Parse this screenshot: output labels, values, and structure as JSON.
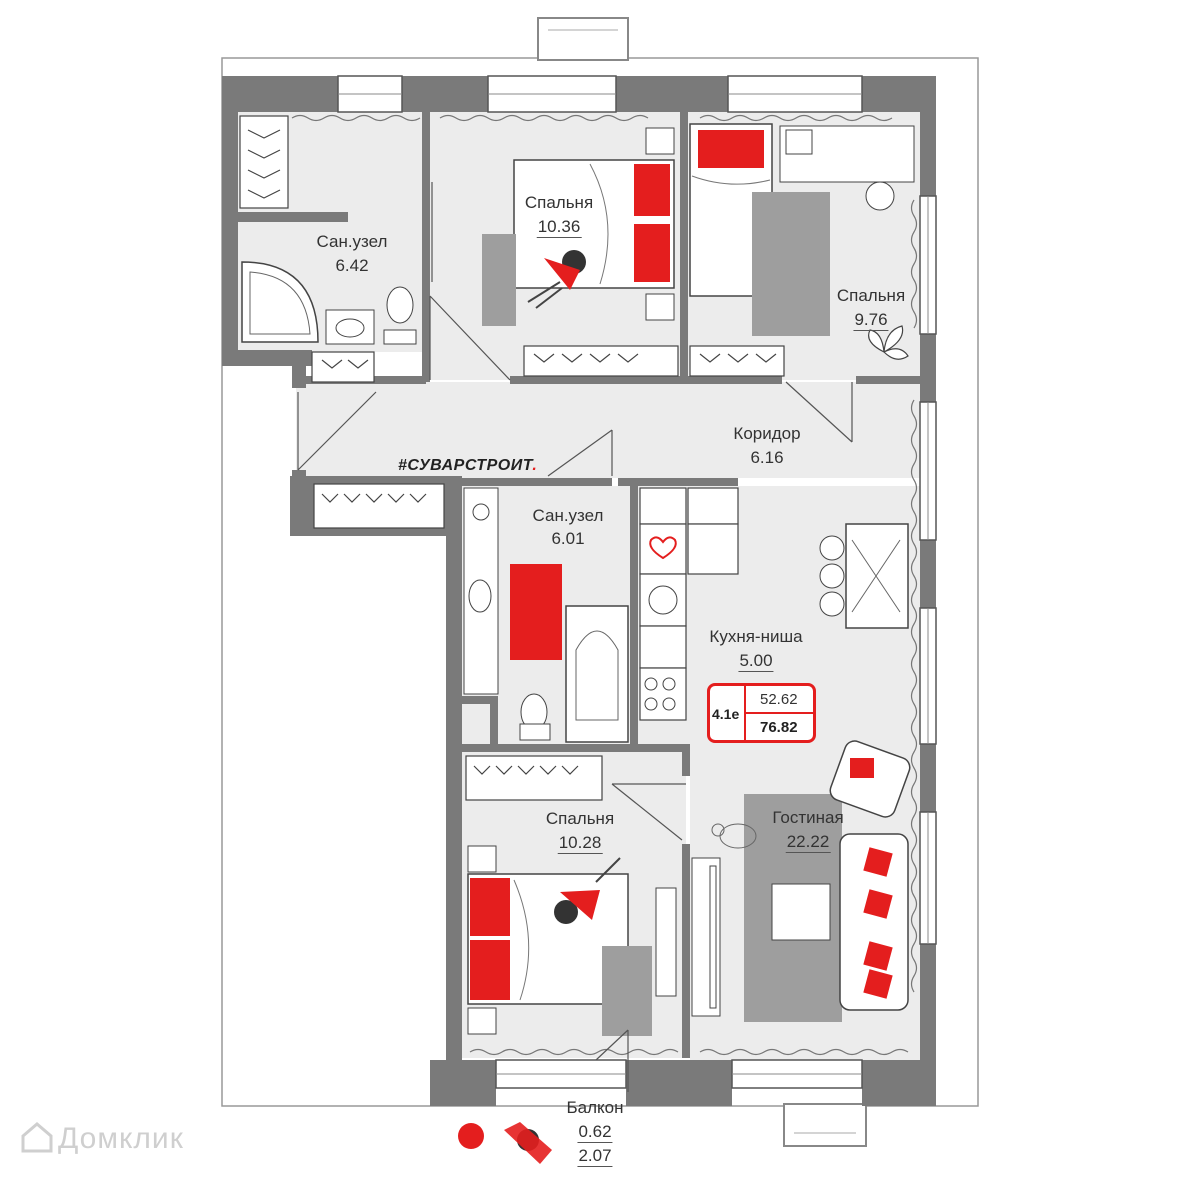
{
  "brand": {
    "text": "#СУВАРСТРОИТ",
    "dot": "."
  },
  "watermark": {
    "text": "Домклик",
    "icon": "house-logo-icon"
  },
  "colors": {
    "accent": "#e41e1e",
    "wall": "#7a7a7a",
    "floor": "#ececec",
    "ink": "#333333"
  },
  "rooms": [
    {
      "id": "bathroom-1",
      "name": "Сан.узел",
      "area": "6.42"
    },
    {
      "id": "bedroom-1",
      "name": "Спальня",
      "area": "10.36"
    },
    {
      "id": "bedroom-2",
      "name": "Спальня",
      "area": "9.76"
    },
    {
      "id": "corridor",
      "name": "Коридор",
      "area": "6.16"
    },
    {
      "id": "bathroom-2",
      "name": "Сан.узел",
      "area": "6.01"
    },
    {
      "id": "kitchen",
      "name": "Кухня-ниша",
      "area": "5.00"
    },
    {
      "id": "bedroom-3",
      "name": "Спальня",
      "area": "10.28"
    },
    {
      "id": "living",
      "name": "Гостиная",
      "area": "22.22"
    },
    {
      "id": "balcony",
      "name": "Балкон",
      "area": "0.62",
      "area_full": "2.07"
    }
  ],
  "badge": {
    "type": "4.1е",
    "living_area": "52.62",
    "total_area": "76.82"
  }
}
